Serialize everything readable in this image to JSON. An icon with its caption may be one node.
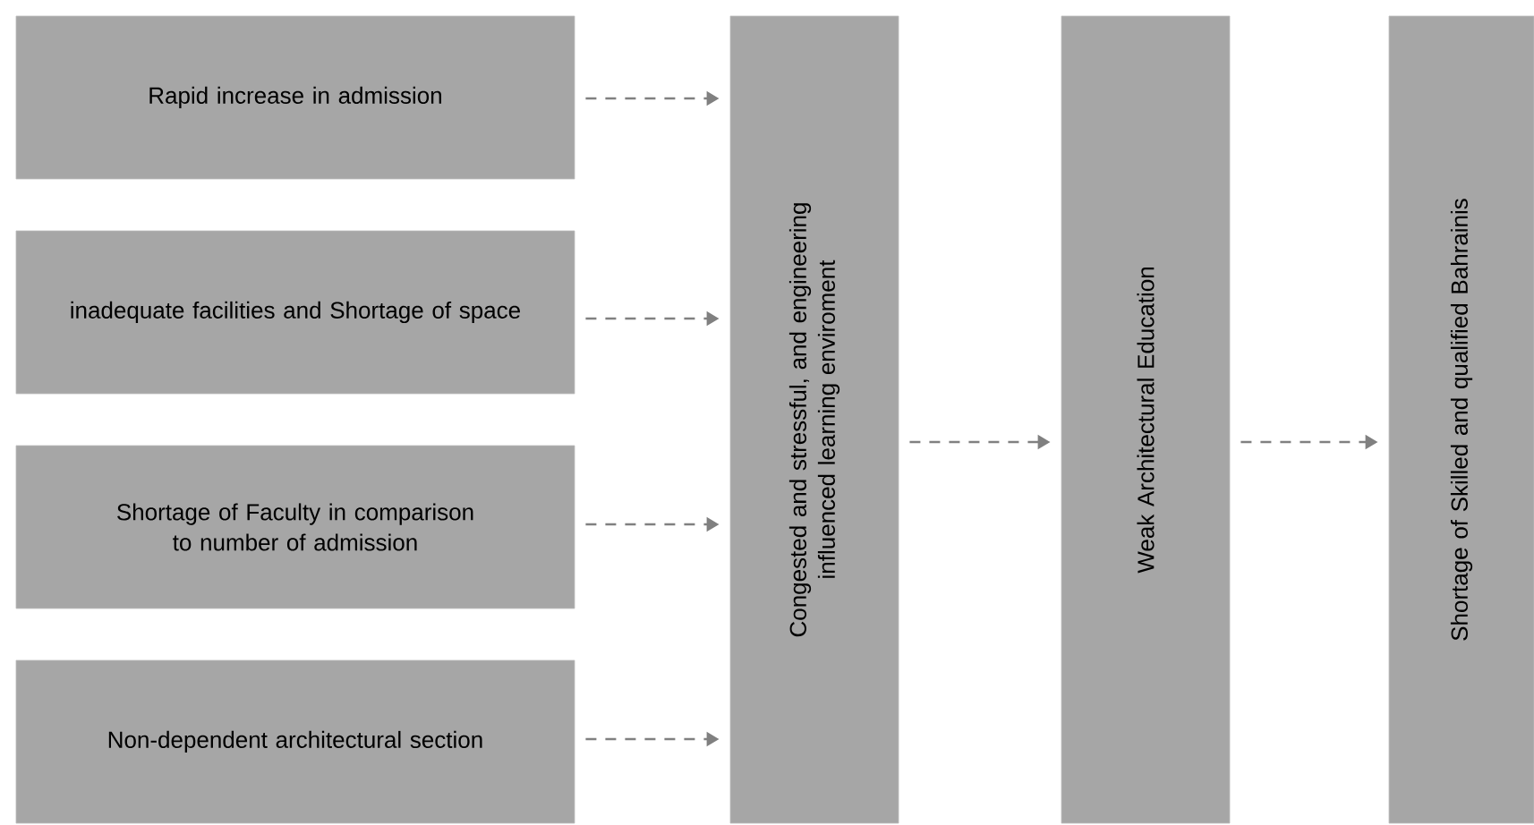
{
  "diagram": {
    "nodes": [
      {
        "text": [
          "Rapid increase in admission"
        ]
      },
      {
        "text": [
          "inadequate facilities and Shortage of space"
        ]
      },
      {
        "text": [
          "Shortage of Faculty in comparison to number of admission"
        ]
      },
      {
        "text": [
          "Non-dependent architectural section"
        ]
      },
      {
        "text": [
          "Congested and stressful, and engineering influenced learning enviroment"
        ]
      },
      {
        "text": [
          "Weak Architectural Education"
        ]
      },
      {
        "text": [
          "Shortage of Skilled and qualified Bahrainis"
        ]
      }
    ],
    "edges": [
      {
        "from": 0,
        "to": 4,
        "arrow": "to",
        "style": "dashed"
      },
      {
        "from": 1,
        "to": 4,
        "arrow": "to",
        "style": "dashed"
      },
      {
        "from": 2,
        "to": 4,
        "arrow": "to",
        "style": "dashed"
      },
      {
        "from": 3,
        "to": 4,
        "arrow": "to",
        "style": "dashed"
      },
      {
        "from": 4,
        "to": 5,
        "arrow": "to",
        "style": "dashed"
      },
      {
        "from": 5,
        "to": 6,
        "arrow": "to",
        "style": "dashed"
      }
    ]
  }
}
